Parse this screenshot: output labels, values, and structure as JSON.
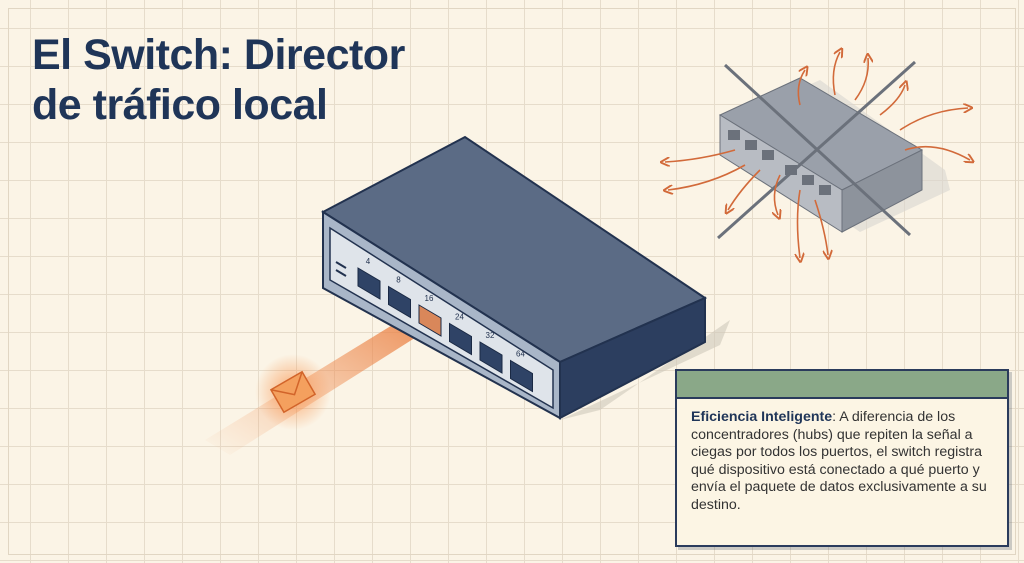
{
  "title_line1": "El Switch: Director",
  "title_line2": "de tráfico local",
  "switch": {
    "port_labels": [
      "4",
      "8",
      "16",
      "24",
      "32",
      "64"
    ],
    "active_port": "16"
  },
  "card": {
    "heading": "Eficiencia Inteligente",
    "body": ": A diferencia de los concentradores (hubs) que repiten la señal a ciegas por todos los puertos, el switch registra qué dispositivo está conectado a qué puerto y envía el paquete de datos exclusivamente a su destino."
  },
  "colors": {
    "navy": "#1f3558",
    "orange": "#e8793a",
    "green": "#8aa888",
    "background": "#fbf4e6"
  }
}
